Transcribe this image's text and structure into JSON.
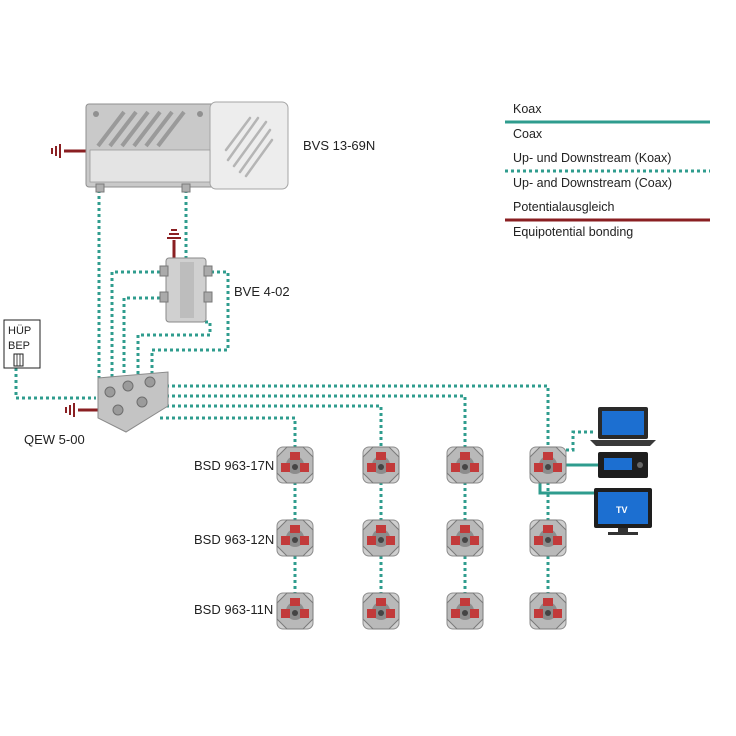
{
  "legend": {
    "koax": "Koax",
    "coax": "Coax",
    "updown_de": "Up- und Downstream (Koax)",
    "updown_en": "Up- and Downstream (Coax)",
    "potential_de": "Potentialausgleich",
    "potential_en": "Equipotential bonding"
  },
  "devices": {
    "amplifier": "BVS 13-69N",
    "splitter": "BVE 4-02",
    "ground_block": "QEW 5-00",
    "hup_line1": "HÜP",
    "hup_line2": "BEP",
    "tv_label": "TV"
  },
  "socket_rows": [
    {
      "label": "BSD 963-17N"
    },
    {
      "label": "BSD 963-12N"
    },
    {
      "label": "BSD 963-11N"
    }
  ],
  "colors": {
    "coax": "#2f9c8e",
    "potential": "#8a1f22"
  }
}
